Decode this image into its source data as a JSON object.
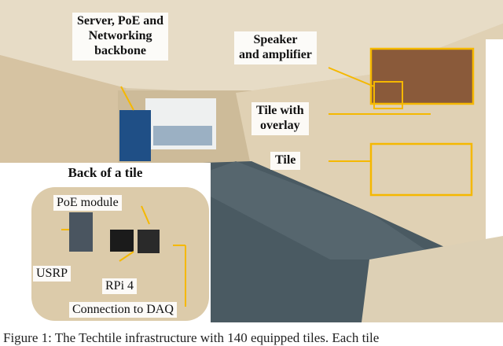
{
  "labels": {
    "server_line1": "Server, PoE and",
    "server_line2": "Networking",
    "server_line3": "backbone",
    "speaker_line1": "Speaker",
    "speaker_line2": "and amplifier",
    "tile_overlay_line1": "Tile with",
    "tile_overlay_line2": "overlay",
    "tile": "Tile"
  },
  "inset": {
    "title": "Back of a tile",
    "poe_module": "PoE module",
    "usrp": "USRP",
    "rpi": "RPi 4",
    "daq": "Connection to DAQ"
  },
  "caption": "Figure 1: The Techtile infrastructure with 140 equipped tiles. Each tile",
  "colors": {
    "highlight": "#f5b800",
    "wood": "#d9c7a8",
    "floor": "#4a5a62"
  }
}
